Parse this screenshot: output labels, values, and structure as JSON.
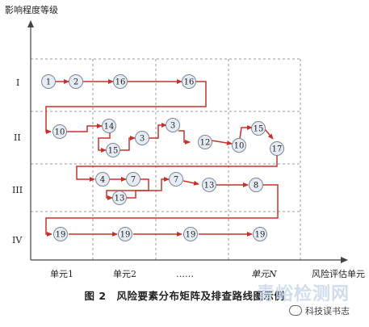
{
  "y_axis_label": "影响程度等级",
  "x_axis_label": "风险评估单元",
  "row_labels": [
    "I",
    "II",
    "III",
    "IV"
  ],
  "column_labels": [
    "单元1",
    "单元2",
    "……",
    "单元N"
  ],
  "caption": "图 2　风险要素分布矩阵及排查路线图示例",
  "watermark": "青峪检测网",
  "wechat_account": "科技误书志",
  "colors": {
    "arrow": "#c8312b",
    "node_fill": "#e6ecf4",
    "node_stroke": "#7b8797",
    "grid": "#999999",
    "axis": "#444444"
  },
  "nodes": [
    "1",
    "2",
    "16",
    "16",
    "10",
    "14",
    "15",
    "3",
    "3",
    "12",
    "10",
    "15",
    "17",
    "4",
    "7",
    "13",
    "7",
    "13",
    "8",
    "19",
    "19",
    "19",
    "19"
  ]
}
